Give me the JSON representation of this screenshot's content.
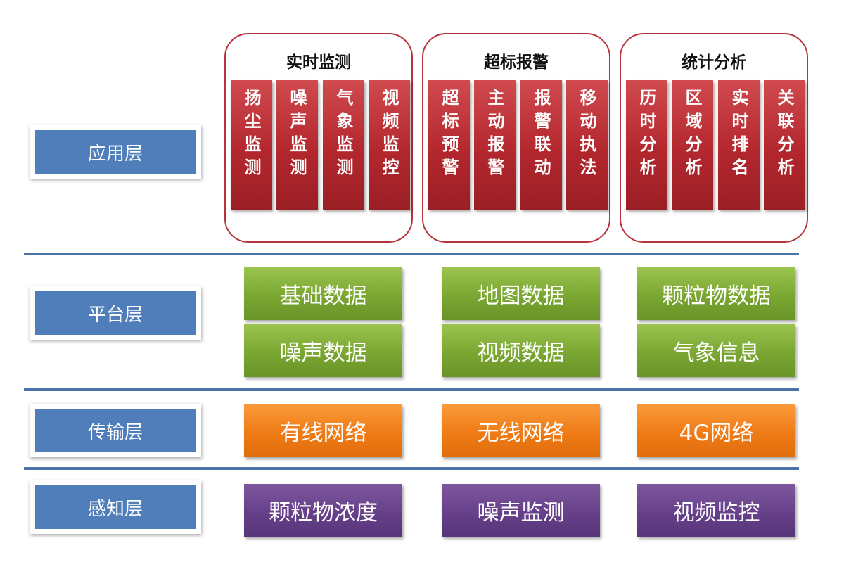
{
  "layers": {
    "application": "应用层",
    "platform": "平台层",
    "transport": "传输层",
    "perception": "感知层"
  },
  "application_groups": [
    {
      "title": "实时监测",
      "items": [
        "扬尘监测",
        "噪声监测",
        "气象监测",
        "视频监控"
      ]
    },
    {
      "title": "超标报警",
      "items": [
        "超标预警",
        "主动报警",
        "报警联动",
        "移动执法"
      ]
    },
    {
      "title": "统计分析",
      "items": [
        "历时分析",
        "区域分析",
        "实时排名",
        "关联分析"
      ]
    }
  ],
  "platform": [
    "基础数据",
    "地图数据",
    "颗粒物数据",
    "噪声数据",
    "视频数据",
    "气象信息"
  ],
  "transport": [
    "有线网络",
    "无线网络",
    "4G网络"
  ],
  "perception": [
    "颗粒物浓度",
    "噪声监测",
    "视频监控"
  ],
  "colors": {
    "layer_label": "#4f7ebb",
    "divider": "#4a74a8",
    "application": "#b3272e",
    "platform": "#7aa632",
    "transport": "#ef7b16",
    "perception": "#66408a"
  }
}
